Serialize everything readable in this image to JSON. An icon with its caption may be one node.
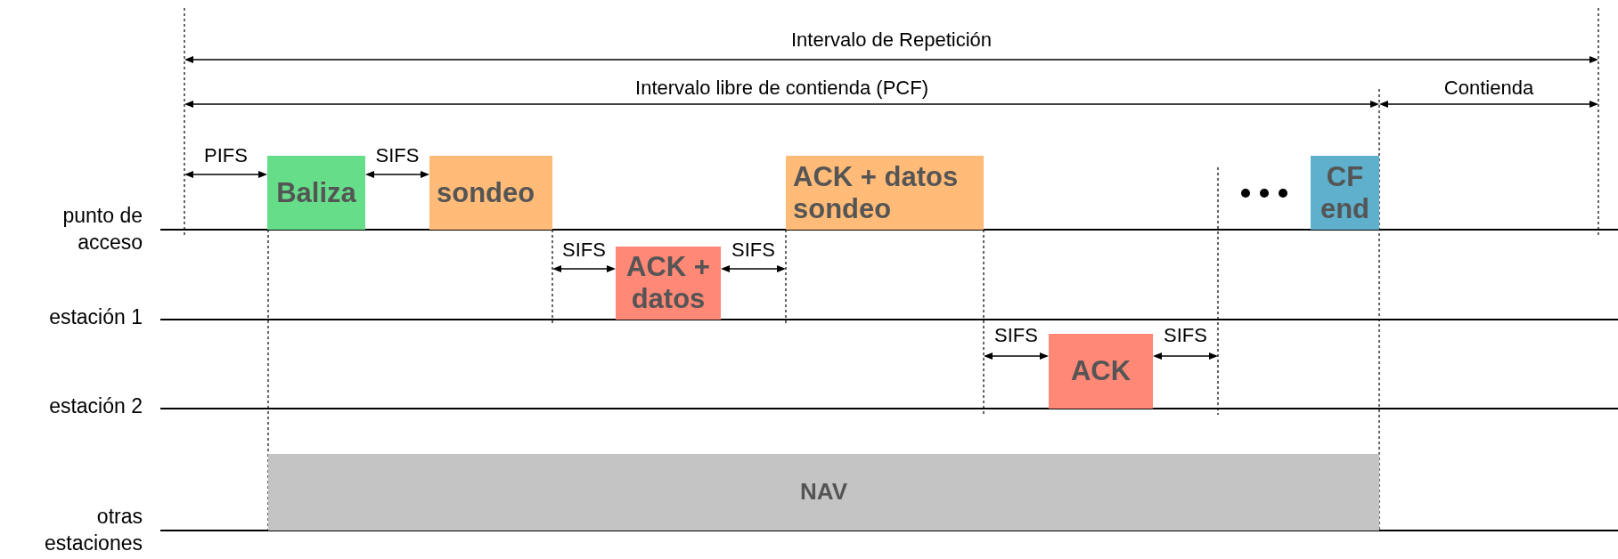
{
  "diagram": {
    "nodes": [
      {
        "text": [
          "Baliza"
        ]
      },
      {
        "text": [
          "sondeo"
        ]
      },
      {
        "text": [
          "ACK + datos sondeo"
        ]
      },
      {
        "text": [
          "CF end"
        ]
      },
      {
        "text": [
          "ACK + datos"
        ]
      },
      {
        "text": [
          "ACK"
        ]
      },
      {
        "text": [
          "NAV"
        ]
      }
    ],
    "labels": [
      "Intervalo de Repetición",
      "Intervalo libre de contienda (PCF)",
      "Contienda",
      "PIFS",
      "SIFS",
      "punto de acceso",
      "SIFS",
      "SIFS",
      "estación 1",
      "SIFS",
      "SIFS",
      "estación 2",
      "otras estaciones"
    ]
  }
}
